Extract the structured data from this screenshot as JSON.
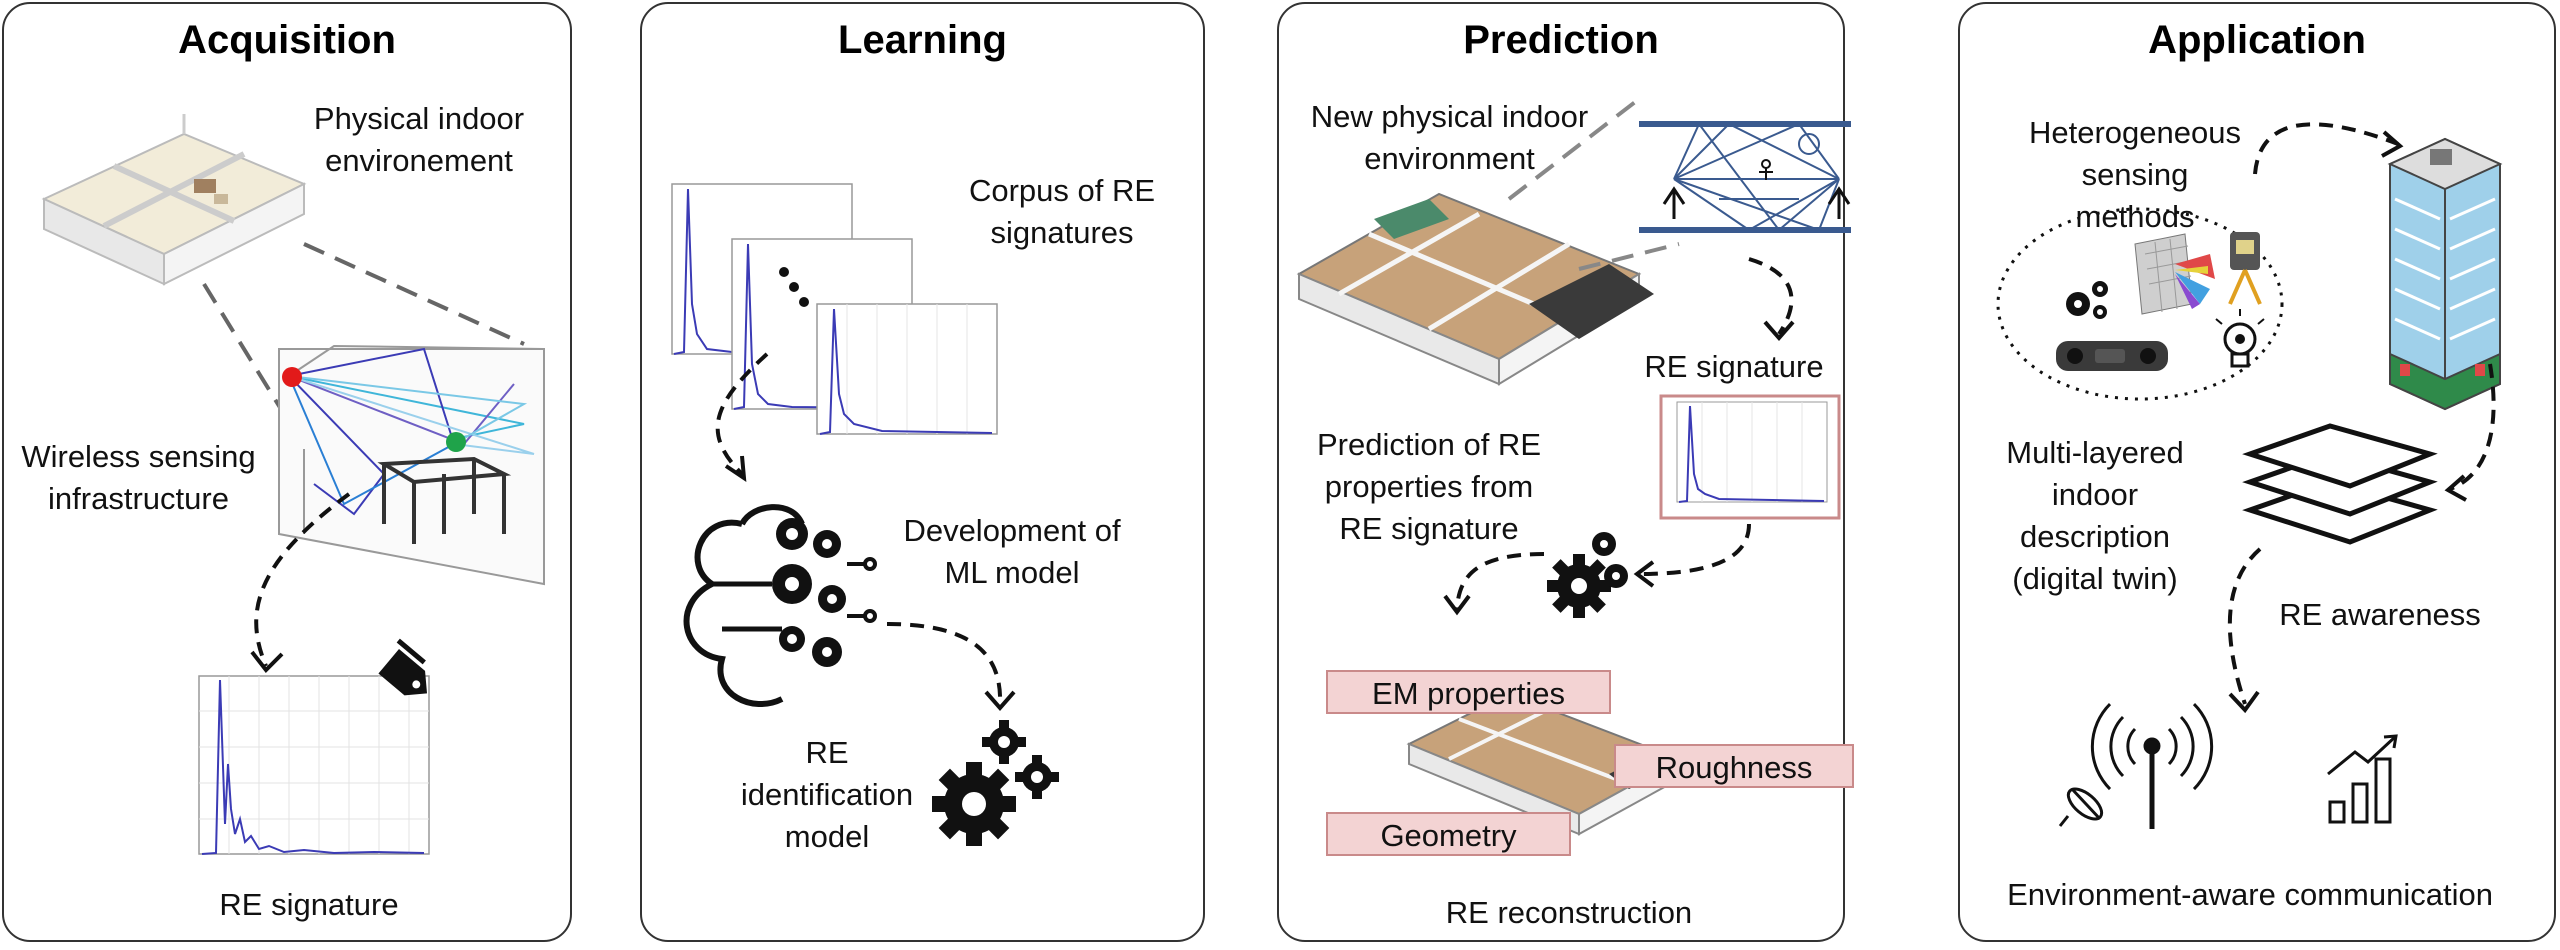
{
  "panels": {
    "acquisition": {
      "title": "Acquisition",
      "physical_env": "Physical indoor environement",
      "wireless": "Wireless sensing infrastructure",
      "signature": "RE signature"
    },
    "learning": {
      "title": "Learning",
      "corpus": "Corpus of RE signatures",
      "development": "Development of ML model",
      "identification": "RE identification model"
    },
    "prediction": {
      "title": "Prediction",
      "new_env": "New physical indoor environment",
      "signature": "RE signature",
      "prediction_props": "Prediction of RE properties from RE signature",
      "em_properties": "EM properties",
      "roughness": "Roughness",
      "geometry": "Geometry",
      "reconstruction": "RE reconstruction"
    },
    "application": {
      "title": "Application",
      "heterogeneous": "Heterogeneous sensing methods",
      "multilayer": "Multi-layered indoor description (digital twin)",
      "awareness": "RE awareness",
      "comm": "Environment-aware communication"
    }
  },
  "icons": [
    "tag-icon",
    "brain-gears-icon",
    "gears-icon",
    "building-icon",
    "layers-icon",
    "antenna-icon",
    "satellite-icon",
    "bar-chart-icon",
    "camera-icon",
    "scanner-icon",
    "bulb-icon"
  ],
  "colors": {
    "signal_blue": "#3b3bb5",
    "box_fill": "#f3d3d3",
    "box_border": "#c98a8a",
    "tx_red": "#e21a1a",
    "rx_green": "#1fa34a"
  }
}
